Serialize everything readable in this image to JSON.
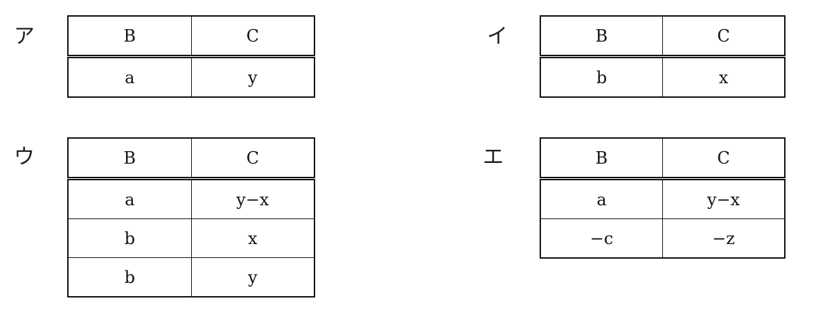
{
  "options": [
    {
      "label": "ア",
      "headers": [
        "B",
        "C"
      ],
      "rows": [
        [
          "a",
          "y"
        ]
      ]
    },
    {
      "label": "イ",
      "headers": [
        "B",
        "C"
      ],
      "rows": [
        [
          "b",
          "x"
        ]
      ]
    },
    {
      "label": "ウ",
      "headers": [
        "B",
        "C"
      ],
      "rows": [
        [
          "a",
          "y−x"
        ],
        [
          "b",
          "x"
        ],
        [
          "b",
          "y"
        ]
      ]
    },
    {
      "label": "エ",
      "headers": [
        "B",
        "C"
      ],
      "rows": [
        [
          "a",
          "y−x"
        ],
        [
          "−c",
          "−z"
        ]
      ]
    }
  ]
}
